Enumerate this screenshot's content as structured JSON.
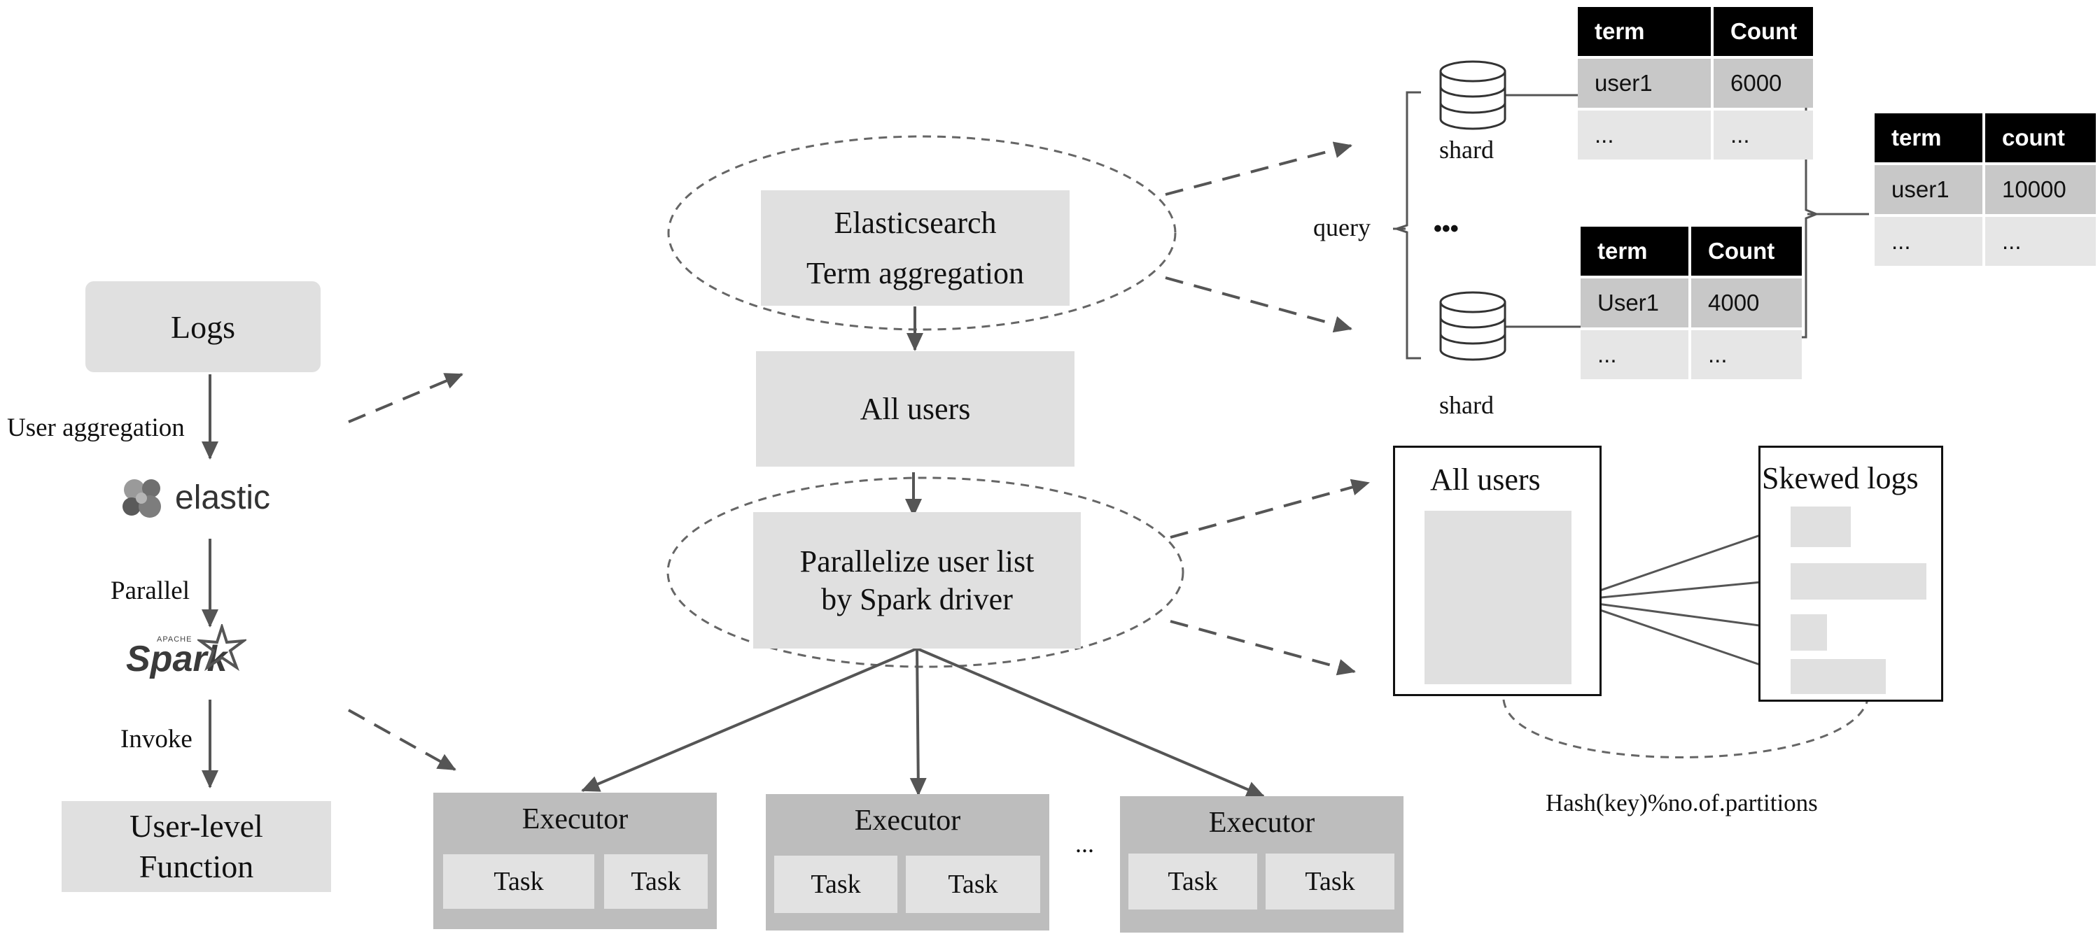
{
  "left_flow": {
    "logs": "Logs",
    "user_aggregation": "User aggregation",
    "elastic_logo": "elastic",
    "parallel": "Parallel",
    "spark_logo": "Spark",
    "spark_apache": "APACHE",
    "invoke": "Invoke",
    "user_level_function_line1": "User-level",
    "user_level_function_line2": "Function"
  },
  "center_flow": {
    "es_line1": "Elasticsearch",
    "es_line2": "Term aggregation",
    "all_users": "All users",
    "parallelize_line1": "Parallelize user list",
    "parallelize_line2": "by Spark driver",
    "executors": [
      {
        "title": "Executor",
        "tasks": [
          "Task",
          "Task"
        ]
      },
      {
        "title": "Executor",
        "tasks": [
          "Task",
          "Task"
        ]
      },
      {
        "title": "Executor",
        "tasks": [
          "Task",
          "Task"
        ]
      }
    ],
    "executor_ellipsis": "..."
  },
  "shards": {
    "query": "query",
    "shard_label_top": "shard",
    "shard_label_bottom": "shard",
    "dots": "•••",
    "table_top": {
      "headers": [
        "term",
        "Count"
      ],
      "rows": [
        [
          "user1",
          "6000"
        ],
        [
          "...",
          "..."
        ]
      ]
    },
    "table_bottom": {
      "headers": [
        "term",
        "Count"
      ],
      "rows": [
        [
          "User1",
          "4000"
        ],
        [
          "...",
          "..."
        ]
      ]
    },
    "table_merged": {
      "headers": [
        "term",
        "count"
      ],
      "rows": [
        [
          "user1",
          "10000"
        ],
        [
          "...",
          "..."
        ]
      ]
    }
  },
  "partitioning": {
    "all_users": "All users",
    "skewed_logs": "Skewed logs",
    "hash_formula": "Hash(key)%no.of.partitions"
  },
  "colors": {
    "box_light": "#e0e0e0",
    "box_mid": "#bdbdbd",
    "table_header": "#000000",
    "arrow": "#555555"
  }
}
